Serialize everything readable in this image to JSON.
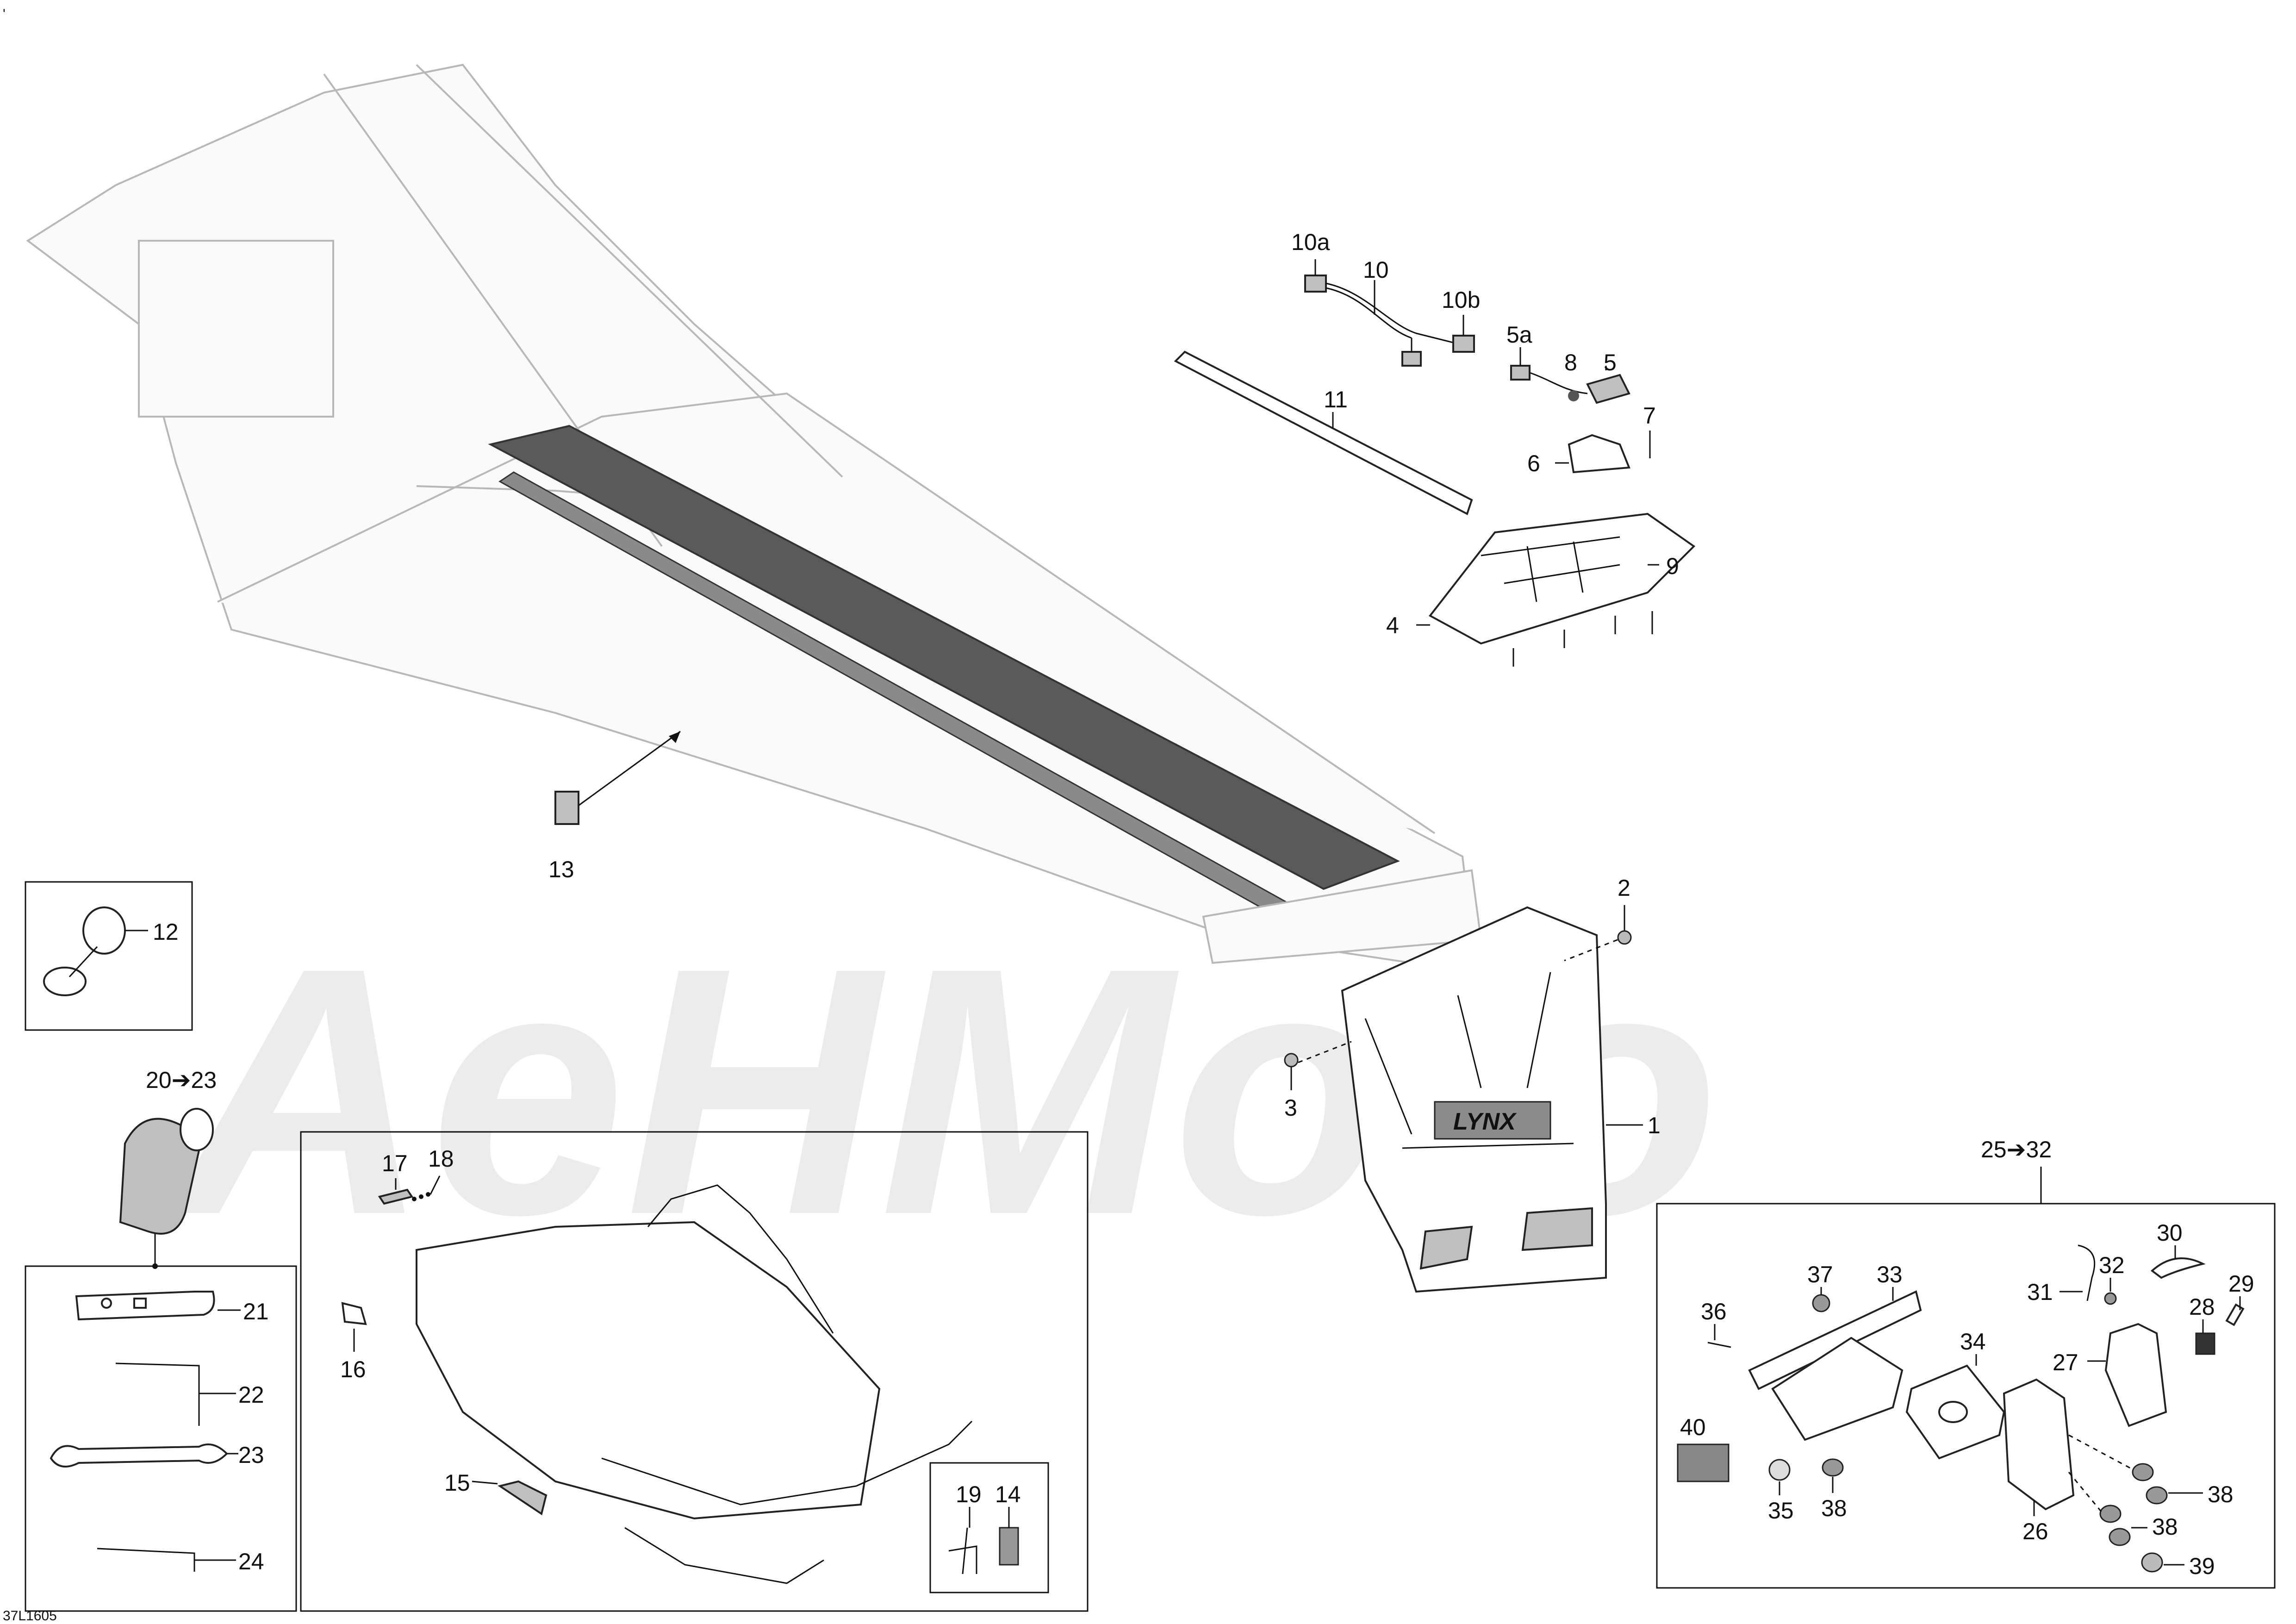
{
  "drawing_code": "37L1605",
  "corner_mark": "'",
  "watermark": "AeHMoto",
  "callouts": {
    "c1": "1",
    "c2": "2",
    "c3": "3",
    "c4": "4",
    "c5": "5",
    "c5a": "5a",
    "c6": "6",
    "c7": "7",
    "c8": "8",
    "c9": "9",
    "c10": "10",
    "c10a": "10a",
    "c10b": "10b",
    "c11": "11",
    "c12": "12",
    "c13": "13",
    "c14": "14",
    "c15": "15",
    "c16": "16",
    "c17": "17",
    "c18": "18",
    "c19": "19",
    "c20_23": "20➔23",
    "c21": "21",
    "c22": "22",
    "c23": "23",
    "c24": "24",
    "c25_32": "25➔32",
    "c26": "26",
    "c27": "27",
    "c28": "28",
    "c29": "29",
    "c30": "30",
    "c31": "31",
    "c32": "32",
    "c33": "33",
    "c34": "34",
    "c35": "35",
    "c36": "36",
    "c37": "37",
    "c38a": "38",
    "c38b": "38",
    "c38c": "38",
    "c39": "39",
    "c40": "40"
  }
}
